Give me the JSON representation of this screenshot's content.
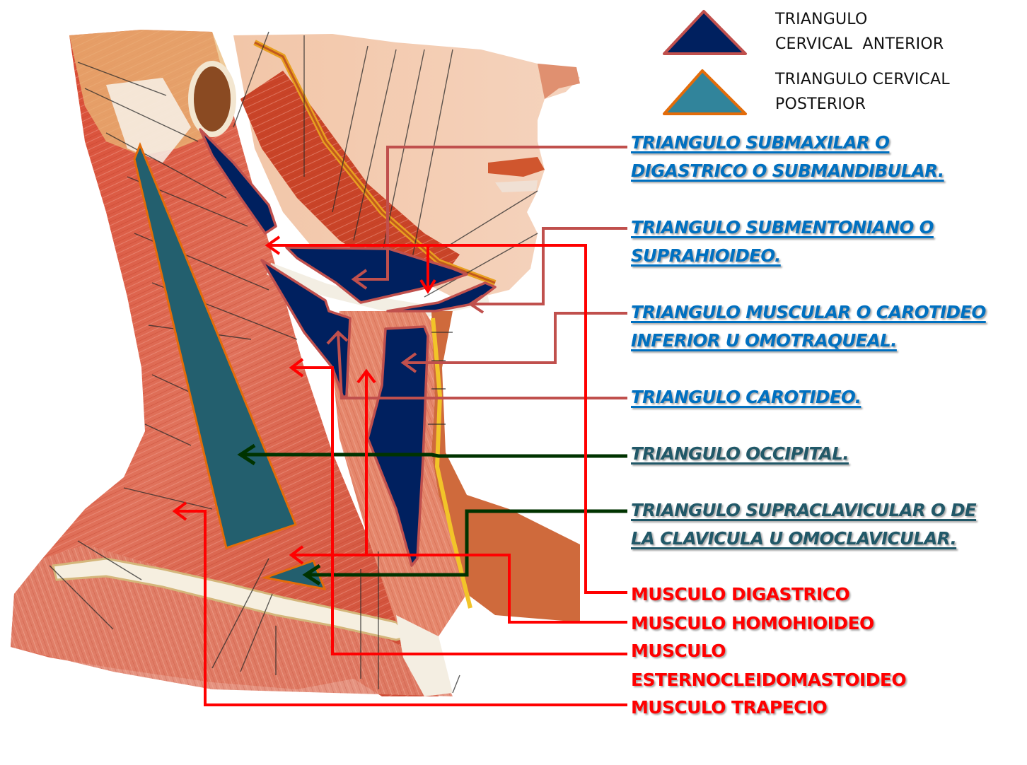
{
  "colors": {
    "anterior_fill": "#00205f",
    "anterior_stroke": "#c0504d",
    "posterior_fill": "#235f6e",
    "posterior_legend_fill": "#31849b",
    "posterior_stroke": "#e36c0a",
    "triangle_label_blue": "#0070c0",
    "triangle_label_teal": "#215868",
    "muscle_label_red": "#ff0000",
    "green_connector": "#003300",
    "red_connector": "#ff0000",
    "rose_connector": "#c0504d"
  },
  "legend": {
    "anterior": {
      "icon": "dark-navy-triangle-icon",
      "line1": "TRIANGULO",
      "line2": "CERVICAL  ANTERIOR"
    },
    "posterior": {
      "icon": "teal-triangle-icon",
      "line1": "TRIANGULO CERVICAL",
      "line2": "POSTERIOR"
    }
  },
  "triangle_labels": [
    {
      "id": "submaxilar",
      "group": "anterior",
      "line1": "TRIANGULO SUBMAXILAR O",
      "line2": "DIGASTRICO O SUBMANDIBULAR."
    },
    {
      "id": "submentoniano",
      "group": "anterior",
      "line1": "TRIANGULO SUBMENTONIANO O",
      "line2": "SUPRAHIOIDEO."
    },
    {
      "id": "muscular",
      "group": "anterior",
      "line1": "TRIANGULO MUSCULAR O CAROTIDEO",
      "line2": "INFERIOR U OMOTRAQUEAL."
    },
    {
      "id": "carotideo",
      "group": "anterior",
      "line1": "TRIANGULO CAROTIDEO.",
      "line2": ""
    },
    {
      "id": "occipital",
      "group": "posterior",
      "line1": "TRIANGULO OCCIPITAL.",
      "line2": ""
    },
    {
      "id": "supraclavicular",
      "group": "posterior",
      "line1": "TRIANGULO SUPRACLAVICULAR O DE",
      "line2": "LA CLAVICULA U OMOCLAVICULAR."
    }
  ],
  "muscle_labels": [
    {
      "id": "digastrico",
      "line1": "MUSCULO DIGASTRICO",
      "line2": ""
    },
    {
      "id": "homohioideo",
      "line1": "MUSCULO HOMOHIOIDEO",
      "line2": ""
    },
    {
      "id": "esternocleidomastoideo",
      "line1": "MUSCULO",
      "line2": "ESTERNOCLEIDOMASTOIDEO"
    },
    {
      "id": "trapecio",
      "line1": "MUSCULO TRAPECIO",
      "line2": ""
    }
  ],
  "illustration": {
    "subject": "lateral neck muscle anatomy",
    "icon": "neck-anatomy-illustration"
  }
}
